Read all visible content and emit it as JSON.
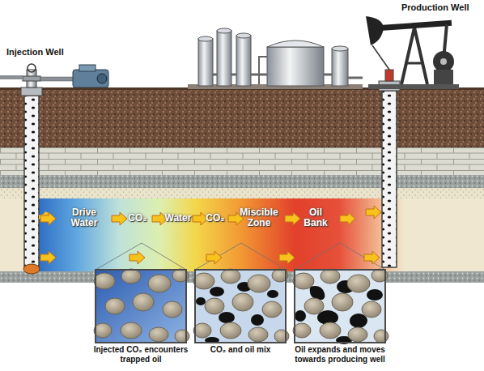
{
  "diagram": {
    "nodes": [
      {
        "text": [
          "Injected CO₂ encounters trapped oil"
        ]
      },
      {
        "text": [
          "CO₂ and oil mix"
        ]
      },
      {
        "text": [
          "Oil expands and moves towards producing well"
        ]
      }
    ],
    "labels": [
      "Injection Well",
      "Production Well",
      "Drive Water",
      "CO₂",
      "Water",
      "CO₂",
      "Miscible Zone",
      "Oil Bank"
    ]
  }
}
